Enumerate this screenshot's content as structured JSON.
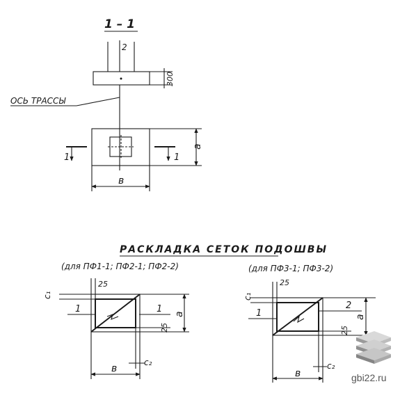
{
  "section": {
    "title": "1 – 1",
    "dim_300": "300",
    "dim_2": "2",
    "axis_label": "Ось трассы",
    "cut_1": "1",
    "dim_a": "a",
    "dim_b": "в"
  },
  "layout_title": "Раскладка сеток подошвы",
  "left_scheme": {
    "caption": "(для ПФ1-1; ПФ2-1; ПФ2-2)",
    "dim_25_top": "25",
    "dim_c1": "c₁",
    "mark_1_left": "1",
    "mark_1_right": "1",
    "dim_25_side": "25",
    "dim_a": "a",
    "dim_b": "в",
    "dim_c2": "c₂"
  },
  "right_scheme": {
    "caption": "(для ПФ3-1; ПФ3-2)",
    "dim_25_top": "25",
    "dim_c1": "c₁",
    "mark_1_left": "1",
    "mark_2_right": "2",
    "dim_25_side": "25",
    "dim_a": "a",
    "dim_b": "в",
    "dim_c2": "c₂"
  },
  "watermark": {
    "text": "gbi22.ru",
    "icon": "stacked-slabs-icon"
  }
}
